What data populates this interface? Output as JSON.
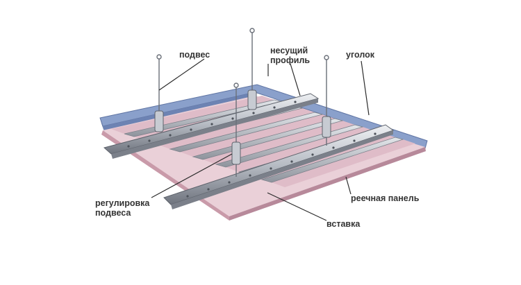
{
  "labels": {
    "hanger": "подвес",
    "carrier_profile_line1": "несущий",
    "carrier_profile_line2": "профиль",
    "corner": "уголок",
    "hanger_adjust_line1": "регулировка",
    "hanger_adjust_line2": "подвеса",
    "rack_panel": "реечная панель",
    "insert": "вставка"
  },
  "colors": {
    "panel_pink": "#e9c9d3",
    "panel_pink_dark": "#c99aa9",
    "corner_blue": "#7f95c2",
    "metal_light": "#d7dbe1",
    "metal_mid": "#a8adb6",
    "metal_dark": "#6d727c",
    "leader_line": "#2b2b2b"
  }
}
